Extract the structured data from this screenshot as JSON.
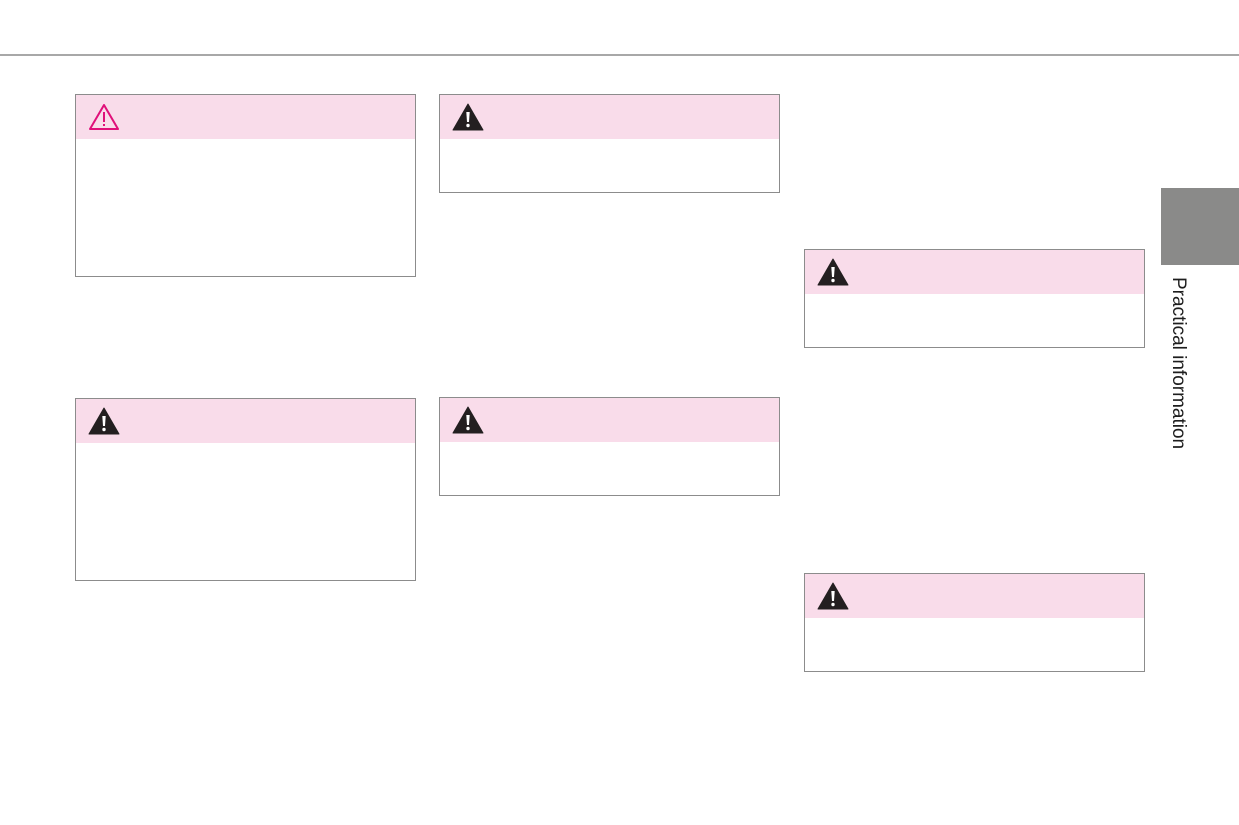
{
  "side_tab": {
    "label": "Practical information",
    "tab_color": "#8a8a89"
  },
  "colors": {
    "warning_header_bg": "#f9dcea",
    "outline_icon_color": "#e0107a",
    "solid_icon_color": "#231f20",
    "box_border": "#8c8c8c"
  },
  "warning_boxes": [
    {
      "column": 1,
      "row": 1,
      "icon": "warning-triangle-outline-icon"
    },
    {
      "column": 2,
      "row": 1,
      "icon": "warning-triangle-icon"
    },
    {
      "column": 3,
      "row": 1,
      "icon": "warning-triangle-icon"
    },
    {
      "column": 1,
      "row": 2,
      "icon": "warning-triangle-icon"
    },
    {
      "column": 2,
      "row": 2,
      "icon": "warning-triangle-icon"
    },
    {
      "column": 3,
      "row": 2,
      "icon": "warning-triangle-icon"
    }
  ]
}
